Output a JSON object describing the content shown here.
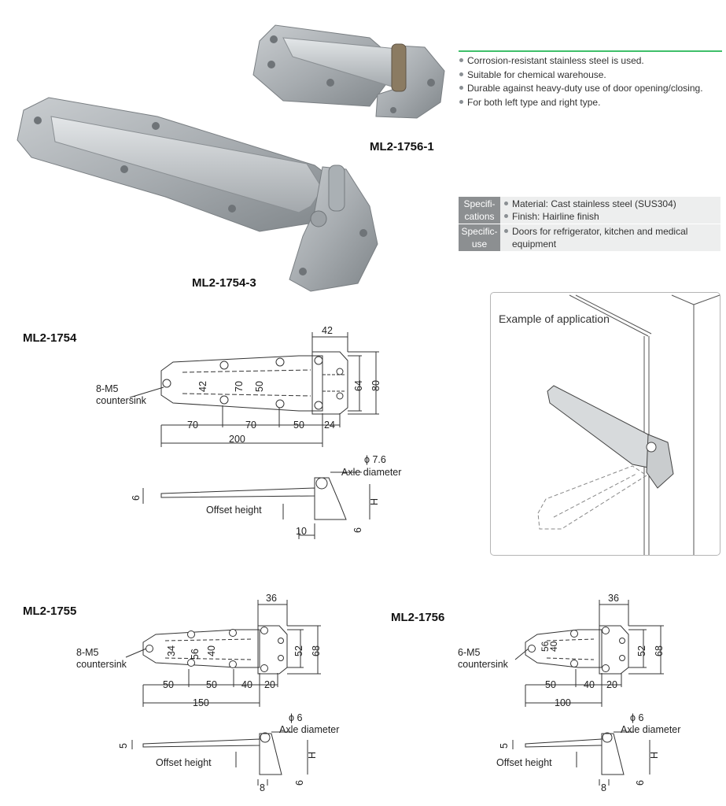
{
  "photos": {
    "top_model": "ML2-1756-1",
    "bottom_model": "ML2-1754-3"
  },
  "features": [
    "Corrosion-resistant stainless steel is used.",
    "Suitable for chemical warehouse.",
    "Durable against heavy-duty use of door opening/closing.",
    "For both left type and right type."
  ],
  "specs": {
    "spec_head_1": "Specifi-",
    "spec_head_2": "cations",
    "material": "Material: Cast stainless steel (SUS304)",
    "finish": "Finish: Hairline finish",
    "use_head_1": "Specific-",
    "use_head_2": "use",
    "use_1": "Doors for refrigerator, kitchen and medical",
    "use_2": "equipment"
  },
  "application": {
    "caption": "Example of application"
  },
  "d1754": {
    "title": "ML2-1754",
    "screws": "8-M5",
    "countersink": "countersink",
    "d42top": "42",
    "d42": "42",
    "d70v": "70",
    "d50v": "50",
    "d64": "64",
    "d80": "80",
    "d70a": "70",
    "d70b": "70",
    "d50h": "50",
    "d24": "24",
    "d200": "200",
    "axle_dia": "ϕ 7.6",
    "axle_label": "Axle diameter",
    "d6a": "6",
    "offset": "Offset height",
    "H": "H",
    "d6b": "6",
    "d10": "10"
  },
  "d1755": {
    "title": "ML2-1755",
    "screws": "8-M5",
    "countersink": "countersink",
    "d36": "36",
    "d34": "34",
    "d56": "56",
    "d40": "40",
    "d52": "52",
    "d68": "68",
    "d50a": "50",
    "d50b": "50",
    "d40h": "40",
    "d20": "20",
    "d150": "150",
    "axle_dia": "ϕ 6",
    "axle_label": "Axle diameter",
    "d5": "5",
    "offset": "Offset height",
    "H": "H",
    "d6": "6",
    "d8": "8"
  },
  "d1756": {
    "title": "ML2-1756",
    "screws": "6-M5",
    "countersink": "countersink",
    "d36": "36",
    "d56": "56",
    "d40": "40",
    "d52": "52",
    "d68": "68",
    "d50": "50",
    "d40h": "40",
    "d20": "20",
    "d100": "100",
    "axle_dia": "ϕ 6",
    "axle_label": "Axle diameter",
    "d5": "5",
    "offset": "Offset height",
    "H": "H",
    "d6": "6",
    "d8": "8"
  }
}
